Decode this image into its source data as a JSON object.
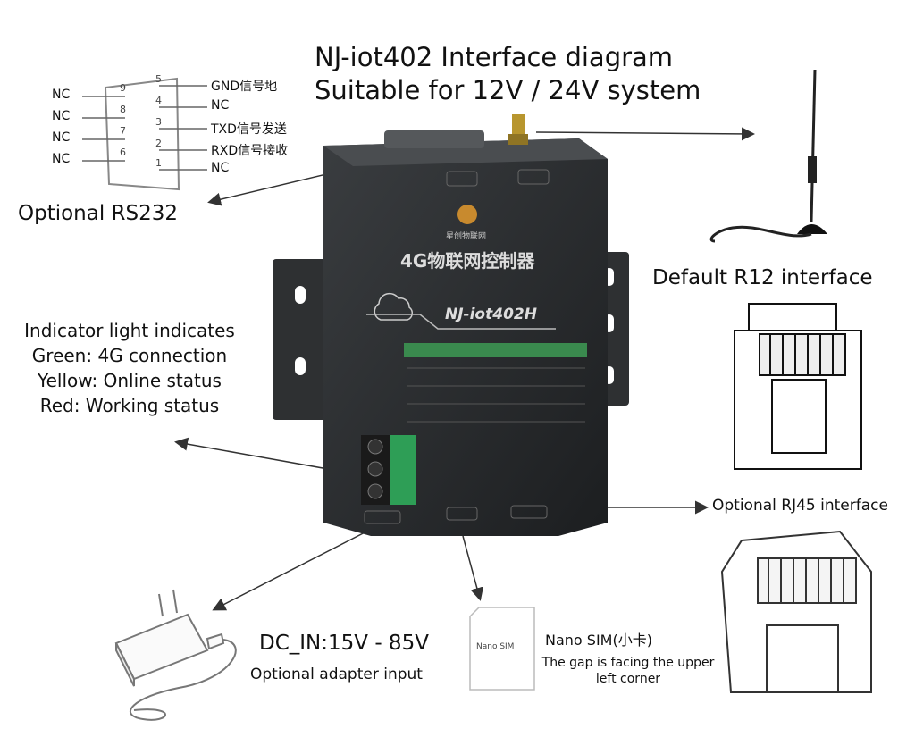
{
  "title": {
    "line1": "NJ-iot402 Interface diagram",
    "line2": "Suitable for 12V / 24V system"
  },
  "rs232": {
    "label": "Optional RS232",
    "left_nc": [
      "NC",
      "NC",
      "NC",
      "NC"
    ],
    "pin_numbers_top": [
      "5",
      "4",
      "3",
      "2",
      "1"
    ],
    "pin_numbers_bottom": [
      "9",
      "8",
      "7",
      "6"
    ],
    "right_pins": [
      "GND信号地",
      "NC",
      "TXD信号发送",
      "RXD信号接收",
      "NC"
    ]
  },
  "antenna": {
    "label": "Default R12 interface"
  },
  "indicator": {
    "lines": [
      "Indicator light indicates",
      "Green: 4G connection",
      "Yellow: Online status",
      "Red: Working status"
    ]
  },
  "device": {
    "name_cn": "4G物联网控制器",
    "model": "NJ-iot402H",
    "brand": "星创物联网"
  },
  "rj45": {
    "label": "Optional RJ45 interface"
  },
  "power": {
    "voltage": "DC_IN:15V - 85V",
    "adapter": "Optional adapter input"
  },
  "sim": {
    "card_text": "Nano SIM",
    "title": "Nano SIM(小卡)",
    "note_line1": "The gap is facing the upper",
    "note_line2": "left corner"
  },
  "colors": {
    "device_body": "#2a2c2e",
    "terminal_green": "#2e9e56",
    "label_stripe": "#3a8a4e"
  }
}
